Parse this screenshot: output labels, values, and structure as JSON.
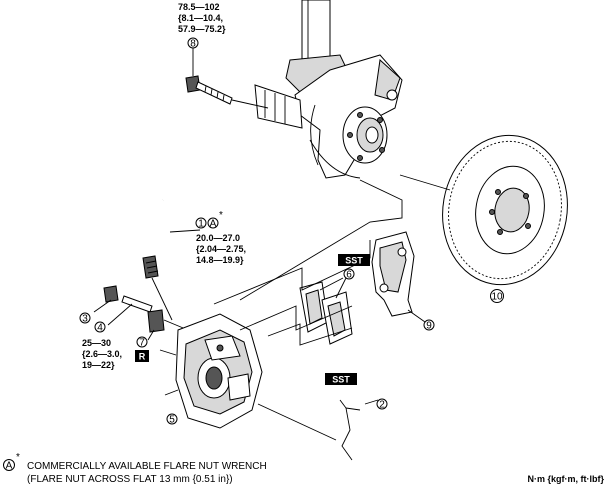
{
  "callouts": {
    "c1": "1",
    "c2": "2",
    "c3": "3",
    "c4": "4",
    "c5": "5",
    "c6": "6",
    "c7": "7",
    "c8": "8",
    "c9": "9",
    "c10": "10"
  },
  "torque_top": {
    "line1": "78.5—102",
    "line2": "{8.1—10.4,",
    "line3": "57.9—75.2}"
  },
  "torque_hose": {
    "line1": "20.0—27.0",
    "line2": "{2.04—2.75,",
    "line3": "14.8—19.9}"
  },
  "torque_bolt": {
    "line1": "25—30",
    "line2": "{2.6—3.0,",
    "line3": "19—22}"
  },
  "marker_a": "A",
  "marker_a_star": "*",
  "badge_r": "R",
  "sst_label_upper": "SST",
  "sst_label_lower": "SST",
  "footnote": {
    "marker": "A",
    "star": "*",
    "line1": "COMMERCIALLY AVAILABLE FLARE NUT WRENCH",
    "line2": "(FLARE NUT ACROSS FLAT 13 mm {0.51 in})"
  },
  "units": "N·m {kgf·m, ft·lbf}"
}
